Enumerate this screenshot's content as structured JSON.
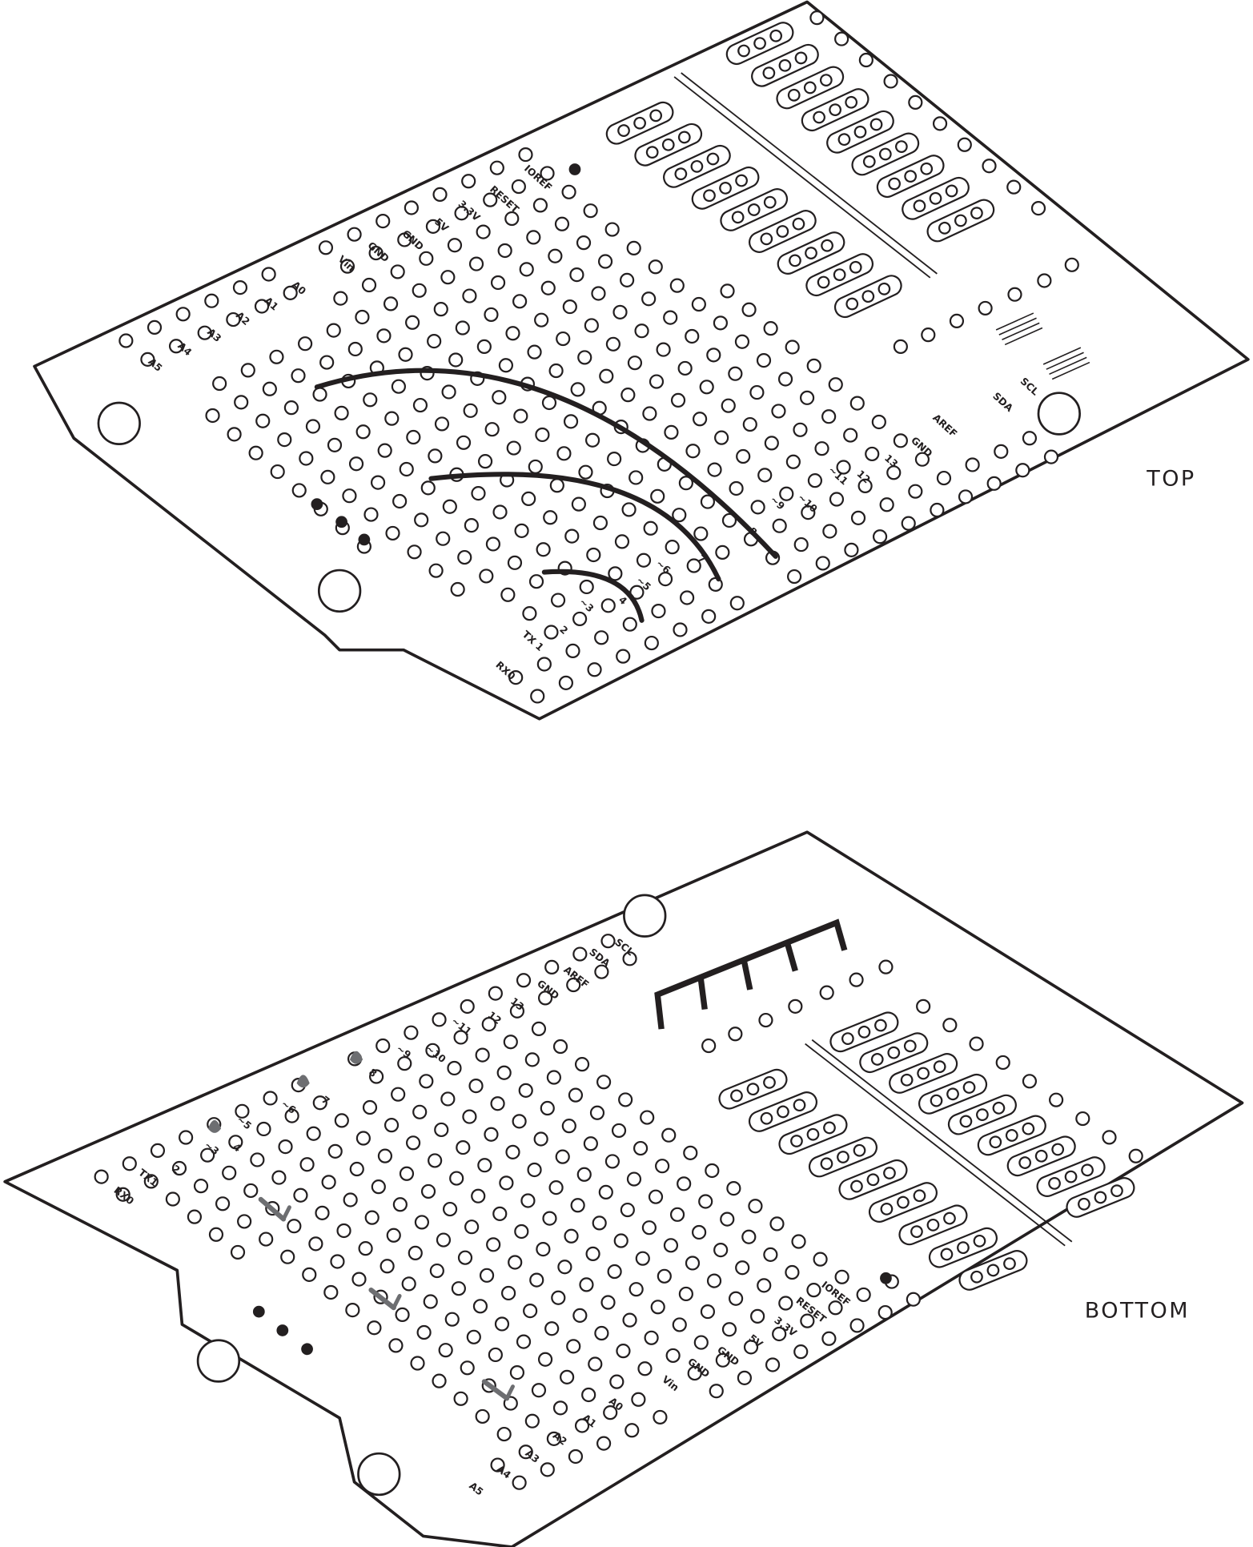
{
  "colors": {
    "ink": "#231f20",
    "solder": "#6d6e71",
    "background": "#ffffff"
  },
  "top_board": {
    "caption": "TOP",
    "analog_labels": [
      "A0",
      "A1",
      "A2",
      "A3",
      "A4",
      "A5"
    ],
    "power_labels": [
      "Vin",
      "GND",
      "GND",
      "5V",
      "3.3V",
      "RESET",
      "IOREF"
    ],
    "digital_labels": [
      "RX0",
      "TX 1",
      "2",
      "~3",
      "4",
      "~5",
      "~6",
      "7",
      "8",
      "~9",
      "~10",
      "~11",
      "12",
      "13",
      "GND",
      "AREF",
      "SDA",
      "SCL"
    ]
  },
  "bottom_board": {
    "caption": "BOTTOM",
    "analog_labels": [
      "A0",
      "A1",
      "A2",
      "A3",
      "A4",
      "A5"
    ],
    "power_labels": [
      "Vin",
      "GND",
      "GND",
      "5V",
      "3.3V",
      "RESET",
      "IOREF"
    ],
    "digital_labels": [
      "RX0",
      "TX1",
      "2",
      "~3",
      "4",
      "~5",
      "~6",
      "7",
      "8",
      "~9",
      "~10",
      "~11",
      "12",
      "13",
      "GND",
      "AREF",
      "SDA",
      "SCL"
    ]
  }
}
